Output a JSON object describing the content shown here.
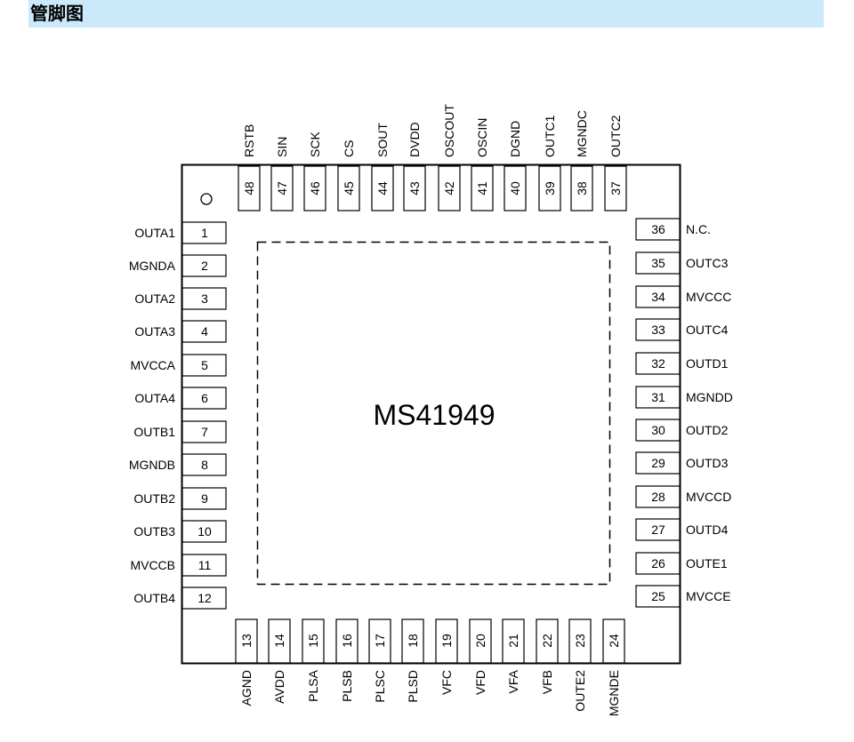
{
  "title": "管脚图",
  "chip_name": "MS41949",
  "pins_left": [
    {
      "num": "1",
      "name": "OUTA1"
    },
    {
      "num": "2",
      "name": "MGNDA"
    },
    {
      "num": "3",
      "name": "OUTA2"
    },
    {
      "num": "4",
      "name": "OUTA3"
    },
    {
      "num": "5",
      "name": "MVCCA"
    },
    {
      "num": "6",
      "name": "OUTA4"
    },
    {
      "num": "7",
      "name": "OUTB1"
    },
    {
      "num": "8",
      "name": "MGNDB"
    },
    {
      "num": "9",
      "name": "OUTB2"
    },
    {
      "num": "10",
      "name": "OUTB3"
    },
    {
      "num": "11",
      "name": "MVCCB"
    },
    {
      "num": "12",
      "name": "OUTB4"
    }
  ],
  "pins_bottom": [
    {
      "num": "13",
      "name": "AGND"
    },
    {
      "num": "14",
      "name": "AVDD"
    },
    {
      "num": "15",
      "name": "PLSA"
    },
    {
      "num": "16",
      "name": "PLSB"
    },
    {
      "num": "17",
      "name": "PLSC"
    },
    {
      "num": "18",
      "name": "PLSD"
    },
    {
      "num": "19",
      "name": "VFC"
    },
    {
      "num": "20",
      "name": "VFD"
    },
    {
      "num": "21",
      "name": "VFA"
    },
    {
      "num": "22",
      "name": "VFB"
    },
    {
      "num": "23",
      "name": "OUTE2"
    },
    {
      "num": "24",
      "name": "MGNDE"
    }
  ],
  "pins_right": [
    {
      "num": "25",
      "name": "MVCCE"
    },
    {
      "num": "26",
      "name": "OUTE1"
    },
    {
      "num": "27",
      "name": "OUTD4"
    },
    {
      "num": "28",
      "name": "MVCCD"
    },
    {
      "num": "29",
      "name": "OUTD3"
    },
    {
      "num": "30",
      "name": "OUTD2"
    },
    {
      "num": "31",
      "name": "MGNDD"
    },
    {
      "num": "32",
      "name": "OUTD1"
    },
    {
      "num": "33",
      "name": "OUTC4"
    },
    {
      "num": "34",
      "name": "MVCCC"
    },
    {
      "num": "35",
      "name": "OUTC3"
    },
    {
      "num": "36",
      "name": "N.C."
    }
  ],
  "pins_top": [
    {
      "num": "37",
      "name": "OUTC2"
    },
    {
      "num": "38",
      "name": "MGNDC"
    },
    {
      "num": "39",
      "name": "OUTC1"
    },
    {
      "num": "40",
      "name": "DGND"
    },
    {
      "num": "41",
      "name": "OSCIN"
    },
    {
      "num": "42",
      "name": "OSCOUT"
    },
    {
      "num": "43",
      "name": "DVDD"
    },
    {
      "num": "44",
      "name": "SOUT"
    },
    {
      "num": "45",
      "name": "CS"
    },
    {
      "num": "46",
      "name": "SCK"
    },
    {
      "num": "47",
      "name": "SIN"
    },
    {
      "num": "48",
      "name": "RSTB"
    }
  ]
}
